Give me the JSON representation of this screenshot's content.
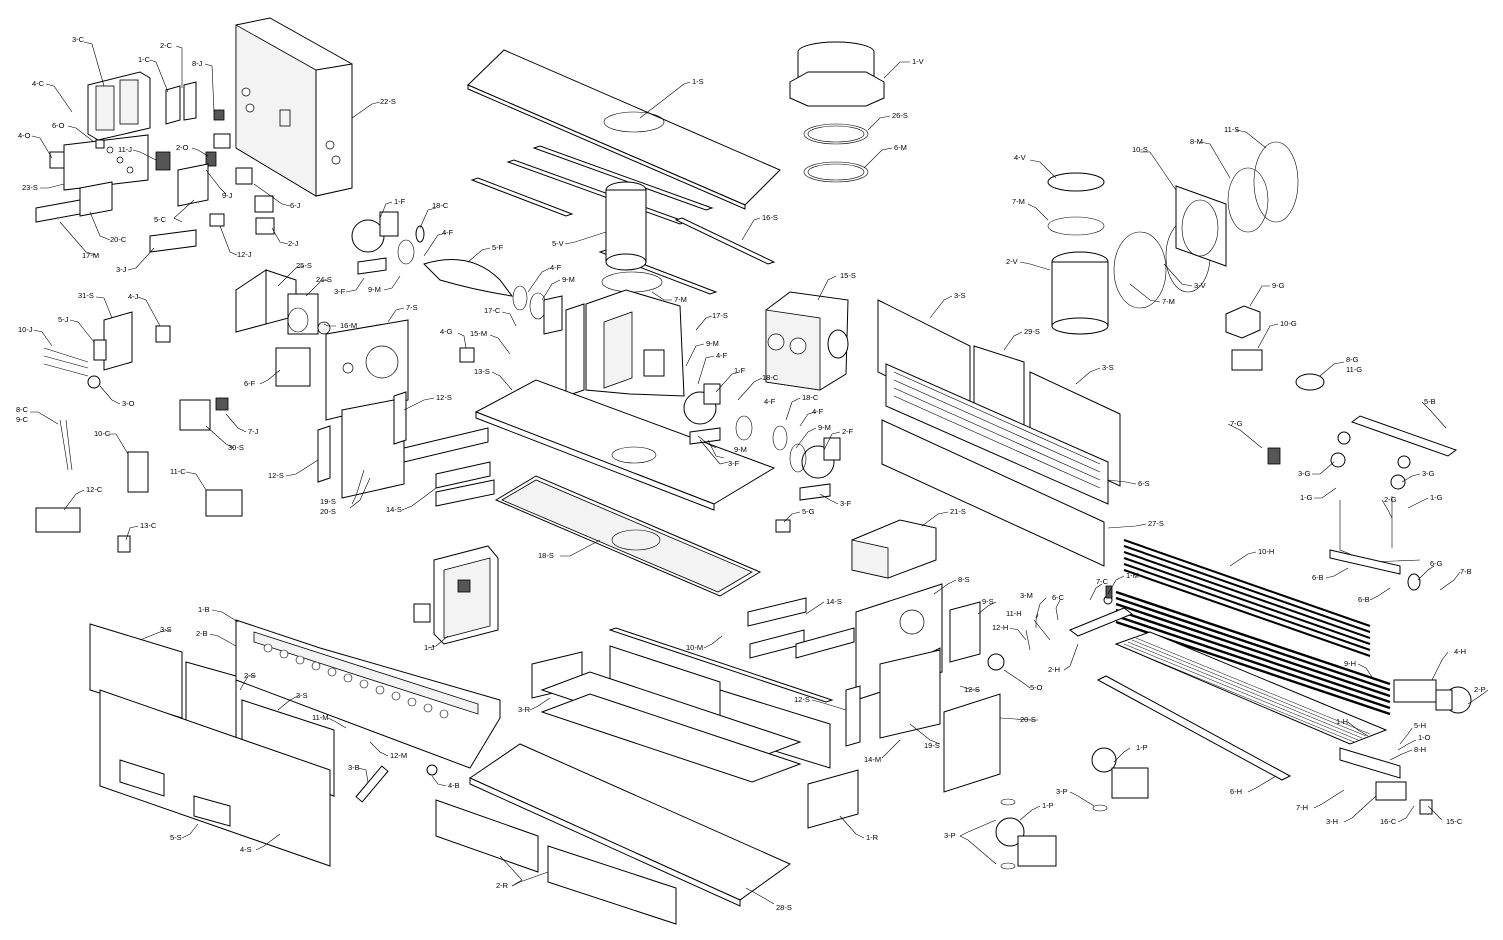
{
  "labels": [
    {
      "id": "l-3C",
      "text": "3-C"
    },
    {
      "id": "l-2C",
      "text": "2-C"
    },
    {
      "id": "l-1C",
      "text": "1-C"
    },
    {
      "id": "l-8J",
      "text": "8-J"
    },
    {
      "id": "l-4C",
      "text": "4-C"
    },
    {
      "id": "l-6O",
      "text": "6-O"
    },
    {
      "id": "l-4O",
      "text": "4-O"
    },
    {
      "id": "l-11J",
      "text": "11-J"
    },
    {
      "id": "l-2O",
      "text": "2-O"
    },
    {
      "id": "l-9J",
      "text": "9-J"
    },
    {
      "id": "l-23S",
      "text": "23-S"
    },
    {
      "id": "l-5C",
      "text": "5-C"
    },
    {
      "id": "l-20C",
      "text": "20-C"
    },
    {
      "id": "l-17M",
      "text": "17-M"
    },
    {
      "id": "l-3J",
      "text": "3-J"
    },
    {
      "id": "l-12J",
      "text": "12-J"
    },
    {
      "id": "l-2J",
      "text": "2-J"
    },
    {
      "id": "l-6J",
      "text": "6-J"
    },
    {
      "id": "l-22S",
      "text": "22-S"
    },
    {
      "id": "l-1S",
      "text": "1-S"
    },
    {
      "id": "l-1V",
      "text": "1-V"
    },
    {
      "id": "l-26S",
      "text": "26-S"
    },
    {
      "id": "l-6M",
      "text": "6-M"
    },
    {
      "id": "l-16S",
      "text": "16-S"
    },
    {
      "id": "l-5V",
      "text": "5-V"
    },
    {
      "id": "l-1F",
      "text": "1-F"
    },
    {
      "id": "l-18C",
      "text": "18-C"
    },
    {
      "id": "l-4F",
      "text": "4-F"
    },
    {
      "id": "l-5F",
      "text": "5-F"
    },
    {
      "id": "l-3F",
      "text": "3-F"
    },
    {
      "id": "l-9M",
      "text": "9-M"
    },
    {
      "id": "l-4F-b",
      "text": "4-F"
    },
    {
      "id": "l-9M-b",
      "text": "9-M"
    },
    {
      "id": "l-7M",
      "text": "7-M"
    },
    {
      "id": "l-25S",
      "text": "25-S"
    },
    {
      "id": "l-24S",
      "text": "24-S"
    },
    {
      "id": "l-31S",
      "text": "31-S"
    },
    {
      "id": "l-4J",
      "text": "4-J"
    },
    {
      "id": "l-10J",
      "text": "10-J"
    },
    {
      "id": "l-5J",
      "text": "5-J"
    },
    {
      "id": "l-3O",
      "text": "3-O"
    },
    {
      "id": "l-16M",
      "text": "16-M"
    },
    {
      "id": "l-7S",
      "text": "7-S"
    },
    {
      "id": "l-6F",
      "text": "6-F"
    },
    {
      "id": "l-8C",
      "text": "8-C"
    },
    {
      "id": "l-9C",
      "text": "9-C"
    },
    {
      "id": "l-7J",
      "text": "7-J"
    },
    {
      "id": "l-30S",
      "text": "30-S"
    },
    {
      "id": "l-10C",
      "text": "10-C"
    },
    {
      "id": "l-11C",
      "text": "11-C"
    },
    {
      "id": "l-12C",
      "text": "12-C"
    },
    {
      "id": "l-13C",
      "text": "13-C"
    },
    {
      "id": "l-12S",
      "text": "12-S"
    },
    {
      "id": "l-12S-b",
      "text": "12-S"
    },
    {
      "id": "l-19S",
      "text": "19-S"
    },
    {
      "id": "l-20S",
      "text": "20-S"
    },
    {
      "id": "l-14S",
      "text": "14-S"
    },
    {
      "id": "l-4G",
      "text": "4-G"
    },
    {
      "id": "l-15M",
      "text": "15-M"
    },
    {
      "id": "l-17C",
      "text": "17-C"
    },
    {
      "id": "l-13S",
      "text": "13-S"
    },
    {
      "id": "l-17S",
      "text": "17-S"
    },
    {
      "id": "l-9M-c",
      "text": "9-M"
    },
    {
      "id": "l-4F-c",
      "text": "4-F"
    },
    {
      "id": "l-1F-b",
      "text": "1-F"
    },
    {
      "id": "l-18C-b",
      "text": "18-C"
    },
    {
      "id": "l-4F-d",
      "text": "4-F"
    },
    {
      "id": "l-9M-d",
      "text": "9-M"
    },
    {
      "id": "l-3F-b",
      "text": "3-F"
    },
    {
      "id": "l-15S",
      "text": "15-S"
    },
    {
      "id": "l-18C-c",
      "text": "18-C"
    },
    {
      "id": "l-4F-e",
      "text": "4-F"
    },
    {
      "id": "l-9M-e",
      "text": "9-M"
    },
    {
      "id": "l-2F",
      "text": "2-F"
    },
    {
      "id": "l-3F-c",
      "text": "3-F"
    },
    {
      "id": "l-5G",
      "text": "5-G"
    },
    {
      "id": "l-18S",
      "text": "18-S"
    },
    {
      "id": "l-21S",
      "text": "21-S"
    },
    {
      "id": "l-4V",
      "text": "4-V"
    },
    {
      "id": "l-7M-b",
      "text": "7-M"
    },
    {
      "id": "l-2V",
      "text": "2-V"
    },
    {
      "id": "l-10S",
      "text": "10-S"
    },
    {
      "id": "l-8M",
      "text": "8-M"
    },
    {
      "id": "l-11S",
      "text": "11-S"
    },
    {
      "id": "l-3V",
      "text": "3-V"
    },
    {
      "id": "l-7M-c",
      "text": "7-M"
    },
    {
      "id": "l-9G",
      "text": "9-G"
    },
    {
      "id": "l-10G",
      "text": "10-G"
    },
    {
      "id": "l-8G",
      "text": "8-G"
    },
    {
      "id": "l-11G",
      "text": "11-G"
    },
    {
      "id": "l-3S",
      "text": "3-S"
    },
    {
      "id": "l-29S",
      "text": "29-S"
    },
    {
      "id": "l-3S-b",
      "text": "3-S"
    },
    {
      "id": "l-6S",
      "text": "6-S"
    },
    {
      "id": "l-27S",
      "text": "27-S"
    },
    {
      "id": "l-7G",
      "text": "7-G"
    },
    {
      "id": "l-5B",
      "text": "5-B"
    },
    {
      "id": "l-3G",
      "text": "3-G"
    },
    {
      "id": "l-3G-b",
      "text": "3-G"
    },
    {
      "id": "l-1G",
      "text": "1-G"
    },
    {
      "id": "l-2G",
      "text": "2-G"
    },
    {
      "id": "l-1G-b",
      "text": "1-G"
    },
    {
      "id": "l-6B",
      "text": "6-B"
    },
    {
      "id": "l-6G",
      "text": "6-G"
    },
    {
      "id": "l-7B",
      "text": "7-B"
    },
    {
      "id": "l-6B-b",
      "text": "6-B"
    },
    {
      "id": "l-10H",
      "text": "10-H"
    },
    {
      "id": "l-7C",
      "text": "7-C"
    },
    {
      "id": "l-1M",
      "text": "1-M"
    },
    {
      "id": "l-3M",
      "text": "3-M"
    },
    {
      "id": "l-6C",
      "text": "6-C"
    },
    {
      "id": "l-11H",
      "text": "11-H"
    },
    {
      "id": "l-12H",
      "text": "12-H"
    },
    {
      "id": "l-2H",
      "text": "2-H"
    },
    {
      "id": "l-9H",
      "text": "9-H"
    },
    {
      "id": "l-4H",
      "text": "4-H"
    },
    {
      "id": "l-2P",
      "text": "2-P"
    },
    {
      "id": "l-1H",
      "text": "1-H"
    },
    {
      "id": "l-5H",
      "text": "5-H"
    },
    {
      "id": "l-1O",
      "text": "1-O"
    },
    {
      "id": "l-8H",
      "text": "8-H"
    },
    {
      "id": "l-6H",
      "text": "6-H"
    },
    {
      "id": "l-7H",
      "text": "7-H"
    },
    {
      "id": "l-3H",
      "text": "3-H"
    },
    {
      "id": "l-16C",
      "text": "16-C"
    },
    {
      "id": "l-15C",
      "text": "15-C"
    },
    {
      "id": "l-8S",
      "text": "8-S"
    },
    {
      "id": "l-9S",
      "text": "9-S"
    },
    {
      "id": "l-5O",
      "text": "5-O"
    },
    {
      "id": "l-12S-c",
      "text": "12-S"
    },
    {
      "id": "l-12S-d",
      "text": "12-S"
    },
    {
      "id": "l-20S-b",
      "text": "20-S"
    },
    {
      "id": "l-19S-b",
      "text": "19-S"
    },
    {
      "id": "l-14M",
      "text": "14-M"
    },
    {
      "id": "l-1P",
      "text": "1-P"
    },
    {
      "id": "l-3P",
      "text": "3-P"
    },
    {
      "id": "l-1P-b",
      "text": "1-P"
    },
    {
      "id": "l-3P-b",
      "text": "3-P"
    },
    {
      "id": "l-14S-b",
      "text": "14-S"
    },
    {
      "id": "l-10M",
      "text": "10-M"
    },
    {
      "id": "l-1J",
      "text": "1-J"
    },
    {
      "id": "l-3S-c",
      "text": "3-S"
    },
    {
      "id": "l-1B",
      "text": "1-B"
    },
    {
      "id": "l-2B",
      "text": "2-B"
    },
    {
      "id": "l-2S",
      "text": "2-S"
    },
    {
      "id": "l-3S-d",
      "text": "3-S"
    },
    {
      "id": "l-11M",
      "text": "11-M"
    },
    {
      "id": "l-12M",
      "text": "12-M"
    },
    {
      "id": "l-3B",
      "text": "3-B"
    },
    {
      "id": "l-4B",
      "text": "4-B"
    },
    {
      "id": "l-5S",
      "text": "5-S"
    },
    {
      "id": "l-4S",
      "text": "4-S"
    },
    {
      "id": "l-3R",
      "text": "3-R"
    },
    {
      "id": "l-2R",
      "text": "2-R"
    },
    {
      "id": "l-28S",
      "text": "28-S"
    },
    {
      "id": "l-1R",
      "text": "1-R"
    }
  ]
}
